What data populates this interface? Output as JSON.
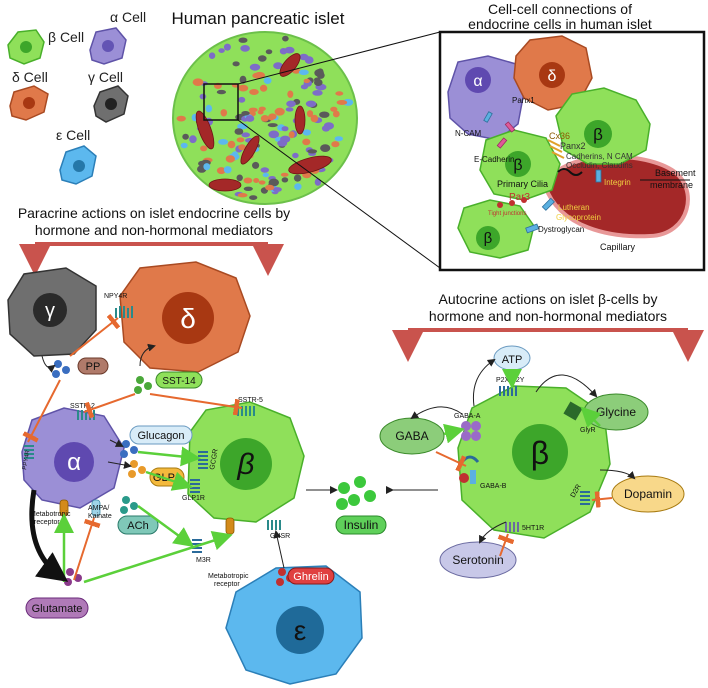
{
  "legend": {
    "beta": "β Cell",
    "alpha": "α Cell",
    "delta": "δ Cell",
    "gamma": "γ Cell",
    "epsilon": "ε Cell"
  },
  "islet": {
    "title": "Human pancreatic islet"
  },
  "connections": {
    "title_line1": "Cell-cell connections of",
    "title_line2": "endocrine cells in human islet",
    "cells": {
      "alpha": "α",
      "delta": "δ",
      "beta1": "β",
      "beta2": "β",
      "beta3": "β"
    },
    "labels": {
      "ncam": "N-CAM",
      "panx1": "Panx1",
      "ecadherin": "E-Cadherin",
      "cx36": "Cx36",
      "panx2": "Panx2",
      "cadherins": "Cadherins, N CAM",
      "occludin": "Occludin, Claudins",
      "primary_cilia": "Primary Cilia",
      "basement_line1": "Basement",
      "basement_line2": "membrane",
      "integrin": "Integrin",
      "par3": "Par3",
      "tight_junctions": "Tight junctions",
      "lutheran": "Lutheran",
      "glycoprotein": "Glycoprotein",
      "dystroglycan": "Dystroglycan",
      "capillary": "Capillary"
    }
  },
  "paracrine": {
    "title_line1": "Paracrine actions on islet endocrine cells by",
    "title_line2": "hormone and non-hormonal mediators",
    "cells": {
      "gamma": "γ",
      "delta": "δ",
      "alpha": "α",
      "beta": "β",
      "epsilon": "ε"
    },
    "labels": {
      "npy4r": "NPY4R",
      "pp": "PP",
      "sst14": "SST-14",
      "glucagon": "Glucagon",
      "sstr2": "SSTR-2",
      "sstr5": "SSTR-5",
      "ppy4r": "PPY4R",
      "glp1": "GLP1",
      "gcgr": "GCGR",
      "glp1r": "GLP1R",
      "metabotropic_receptor_line1": "Metabotropic",
      "metabotropic_receptor_line2": "receptor",
      "ampa_line1": "AMPA/",
      "ampa_line2": "Kainate",
      "ach": "ACh",
      "m3r": "M3R",
      "ghsr": "GHSR",
      "ghrelin": "Ghrelin",
      "metabotropic2_line1": "Metabotropic",
      "metabotropic2_line2": "receptor",
      "glutamate": "Glutamate",
      "insulin": "Insulin"
    }
  },
  "autocrine": {
    "title_line1": "Autocrine actions on islet β-cells by",
    "title_line2": "hormone and non-hormonal mediators",
    "beta": "β",
    "labels": {
      "atp": "ATP",
      "p2x": "P2X/P2Y",
      "glycine": "Glycine",
      "glyr": "GlyR",
      "gaba": "GABA",
      "gaba_a": "GABA-A",
      "gaba_b": "GABA-B",
      "dopamin": "Dopamin",
      "d2r": "D2R",
      "serotonin": "Serotonin",
      "ht1r": "5HT1R"
    }
  },
  "colors": {
    "beta": "#8fe05a",
    "beta_stroke": "#49b02a",
    "alpha": "#9b8fd6",
    "delta": "#e0794a",
    "gamma": "#6f6f6f",
    "epsilon": "#5cb8ee",
    "arrow_red": "#c9534d",
    "capillary": "#a42828"
  }
}
